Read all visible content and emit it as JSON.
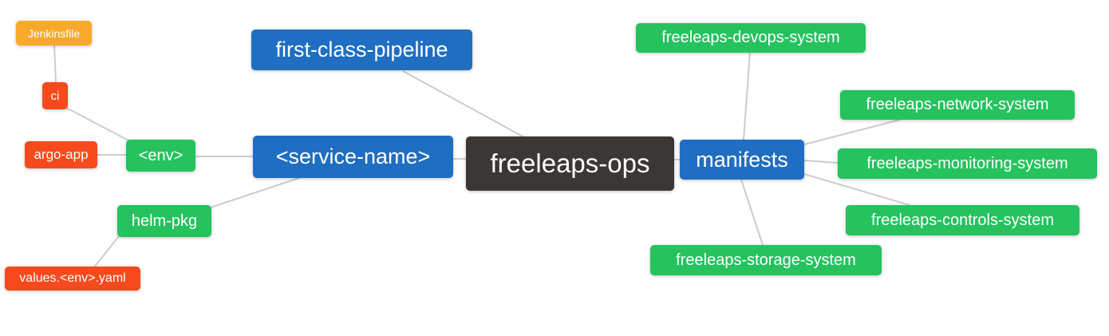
{
  "diagram": {
    "type": "mindmap",
    "root_label": "freeleaps-ops",
    "colors": {
      "root": "#3a3735",
      "branch_blue": "#1f6ec1",
      "leaf_green": "#25c25e",
      "leaf_red": "#f64a1d",
      "leaf_orange": "#f8a92b",
      "edge_gray": "#cccccc",
      "text": "#ffffff",
      "background": "#ffffff"
    }
  },
  "nodes": {
    "jenkinsfile": {
      "label": "Jenkinsfile",
      "color": "#f8a92b"
    },
    "ci": {
      "label": "ci",
      "color": "#f64a1d"
    },
    "argo_app": {
      "label": "argo-app",
      "color": "#f64a1d"
    },
    "env": {
      "label": "<env>",
      "color": "#25c25e"
    },
    "first_class_pipeline": {
      "label": "first-class-pipeline",
      "color": "#1f6ec1"
    },
    "service_name": {
      "label": "<service-name>",
      "color": "#1f6ec1"
    },
    "freeleaps_ops": {
      "label": "freeleaps-ops",
      "color": "#3a3735"
    },
    "manifests": {
      "label": "manifests",
      "color": "#1f6ec1"
    },
    "helm_pkg": {
      "label": "helm-pkg",
      "color": "#25c25e"
    },
    "values_env_yaml": {
      "label": "values.<env>.yaml",
      "color": "#f64a1d"
    },
    "devops_system": {
      "label": "freeleaps-devops-system",
      "color": "#25c25e"
    },
    "network_system": {
      "label": "freeleaps-network-system",
      "color": "#25c25e"
    },
    "monitoring_system": {
      "label": "freeleaps-monitoring-system",
      "color": "#25c25e"
    },
    "controls_system": {
      "label": "freeleaps-controls-system",
      "color": "#25c25e"
    },
    "storage_system": {
      "label": "freeleaps-storage-system",
      "color": "#25c25e"
    }
  },
  "edges": [
    {
      "from": "Jenkinsfile",
      "to": "ci"
    },
    {
      "from": "ci",
      "to": "<env>"
    },
    {
      "from": "argo-app",
      "to": "<env>"
    },
    {
      "from": "<env>",
      "to": "<service-name>"
    },
    {
      "from": "first-class-pipeline",
      "to": "freeleaps-ops"
    },
    {
      "from": "<service-name>",
      "to": "freeleaps-ops"
    },
    {
      "from": "<service-name>",
      "to": "helm-pkg"
    },
    {
      "from": "helm-pkg",
      "to": "values.<env>.yaml"
    },
    {
      "from": "freeleaps-ops",
      "to": "manifests"
    },
    {
      "from": "manifests",
      "to": "freeleaps-devops-system"
    },
    {
      "from": "manifests",
      "to": "freeleaps-network-system"
    },
    {
      "from": "manifests",
      "to": "freeleaps-monitoring-system"
    },
    {
      "from": "manifests",
      "to": "freeleaps-controls-system"
    },
    {
      "from": "manifests",
      "to": "freeleaps-storage-system"
    }
  ]
}
